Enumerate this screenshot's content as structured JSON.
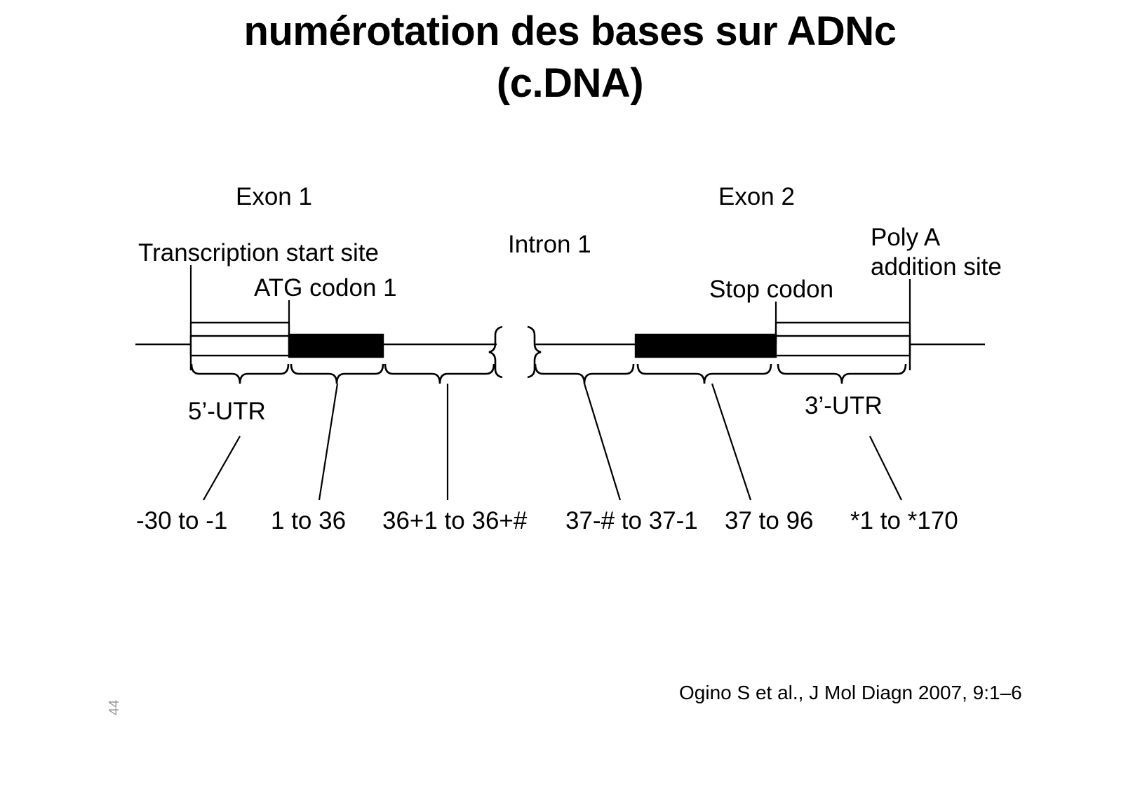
{
  "slide": {
    "title_lines": [
      "numérotation des bases sur ADNc",
      "(c.DNA)"
    ],
    "citation": "Ogino S et al., J Mol Diagn 2007, 9:1–6",
    "page_mark": "44"
  },
  "diagram": {
    "type": "gene-structure-schematic",
    "description": "Schematic of a two-exon gene showing cDNA base numbering conventions",
    "region_labels": {
      "exon1": "Exon 1",
      "intron1": "Intron 1",
      "exon2": "Exon 2"
    },
    "feature_labels": {
      "transcription_start_site": "Transcription start site",
      "atg_codon": "ATG codon 1",
      "stop_codon": "Stop codon",
      "poly_a_line1": "Poly A",
      "poly_a_line2": "addition site"
    },
    "utr_labels": {
      "five_prime": "5’-UTR",
      "three_prime": "3’-UTR"
    },
    "numbering": [
      {
        "id": "utr5",
        "label": "-30 to -1",
        "segment": "5' untranslated region of exon 1"
      },
      {
        "id": "cds1",
        "label": "1 to 36",
        "segment": "coding sequence within exon 1"
      },
      {
        "id": "int1a",
        "label": "36+1 to 36+#",
        "segment": "5' end of intron 1"
      },
      {
        "id": "int1b",
        "label": "37-# to 37-1",
        "segment": "3' end of intron 1"
      },
      {
        "id": "cds2",
        "label": "37 to 96",
        "segment": "coding sequence within exon 2"
      },
      {
        "id": "utr3",
        "label": "*1 to *170",
        "segment": "3' untranslated region of exon 2"
      }
    ],
    "colors": {
      "line": "#000000",
      "coding_fill": "#000000",
      "utr_fill": "#ffffff",
      "background": "#ffffff"
    }
  }
}
